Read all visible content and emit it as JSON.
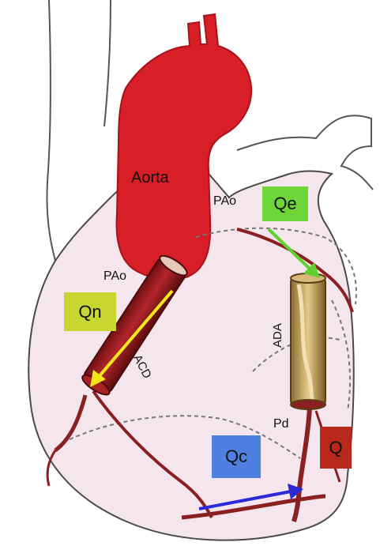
{
  "labels": {
    "aorta": "Aorta",
    "pao_top": "PAo",
    "pao_left": "PAo",
    "acd": "ACD",
    "ada": "ADA",
    "pd": "Pd"
  },
  "boxes": {
    "qe": {
      "text": "Qe",
      "color": "#6fd63a"
    },
    "qn": {
      "text": "Qn",
      "color": "#c9d630"
    },
    "qc": {
      "text": "Qc",
      "color": "#4f7fe0"
    },
    "q": {
      "text": "Q",
      "color": "#b8281c"
    }
  },
  "colors": {
    "heart_fill": "#f5e6ee",
    "aorta": "#d81e26",
    "vessel": "#8a2020",
    "tube_tan": "#c8a45a",
    "arrow_yellow": "#f3e61b",
    "arrow_green": "#5fd02f",
    "arrow_blue": "#2a2ad8"
  }
}
